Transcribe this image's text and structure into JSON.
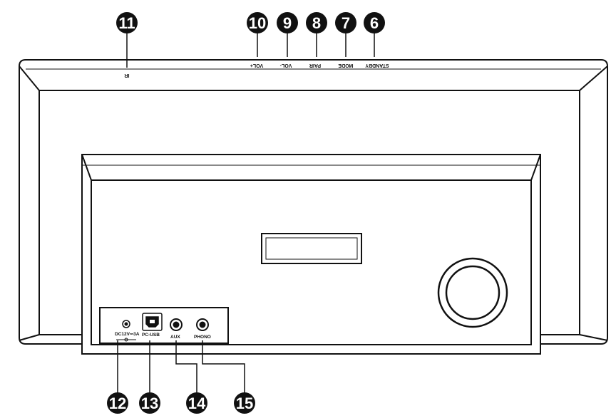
{
  "callouts": {
    "c6": "6",
    "c7": "7",
    "c8": "8",
    "c9": "9",
    "c10": "10",
    "c11": "11",
    "c12": "12",
    "c13": "13",
    "c14": "14",
    "c15": "15"
  },
  "top_buttons": {
    "standby": "STANDBY",
    "mode": "MODE",
    "pair": "PAIR",
    "vol_minus": "VOL-",
    "vol_plus": "VOL+",
    "ir": "IR"
  },
  "ports": {
    "dc": "DC12V⎓3A",
    "pc_usb": "PC-USB",
    "aux": "AUX",
    "phono": "PHONO"
  },
  "colors": {
    "outline": "#111111",
    "callout_fill": "#111111",
    "background": "#ffffff"
  }
}
